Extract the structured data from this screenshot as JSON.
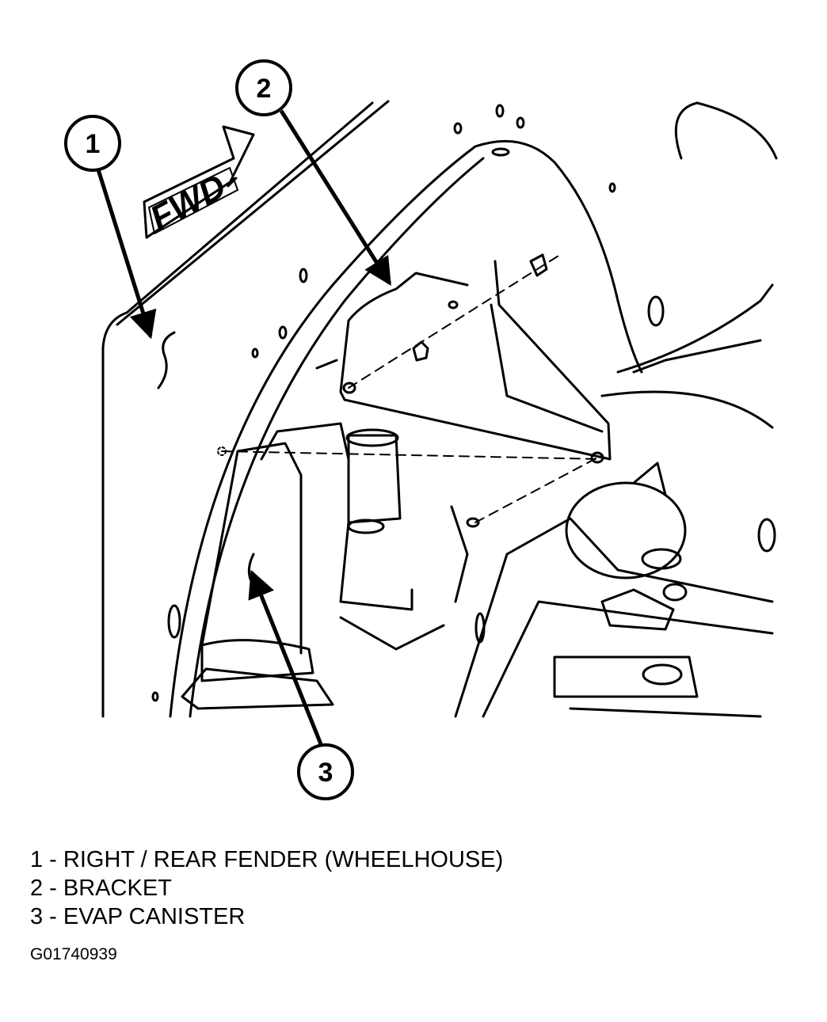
{
  "diagram": {
    "direction_label": "FWD",
    "callouts": [
      {
        "number": "1"
      },
      {
        "number": "2"
      },
      {
        "number": "3"
      }
    ]
  },
  "legend": [
    {
      "text": "1 - RIGHT / REAR FENDER (WHEELHOUSE)"
    },
    {
      "text": "2 - BRACKET"
    },
    {
      "text": "3 - EVAP CANISTER"
    }
  ],
  "figure_id": "G01740939"
}
